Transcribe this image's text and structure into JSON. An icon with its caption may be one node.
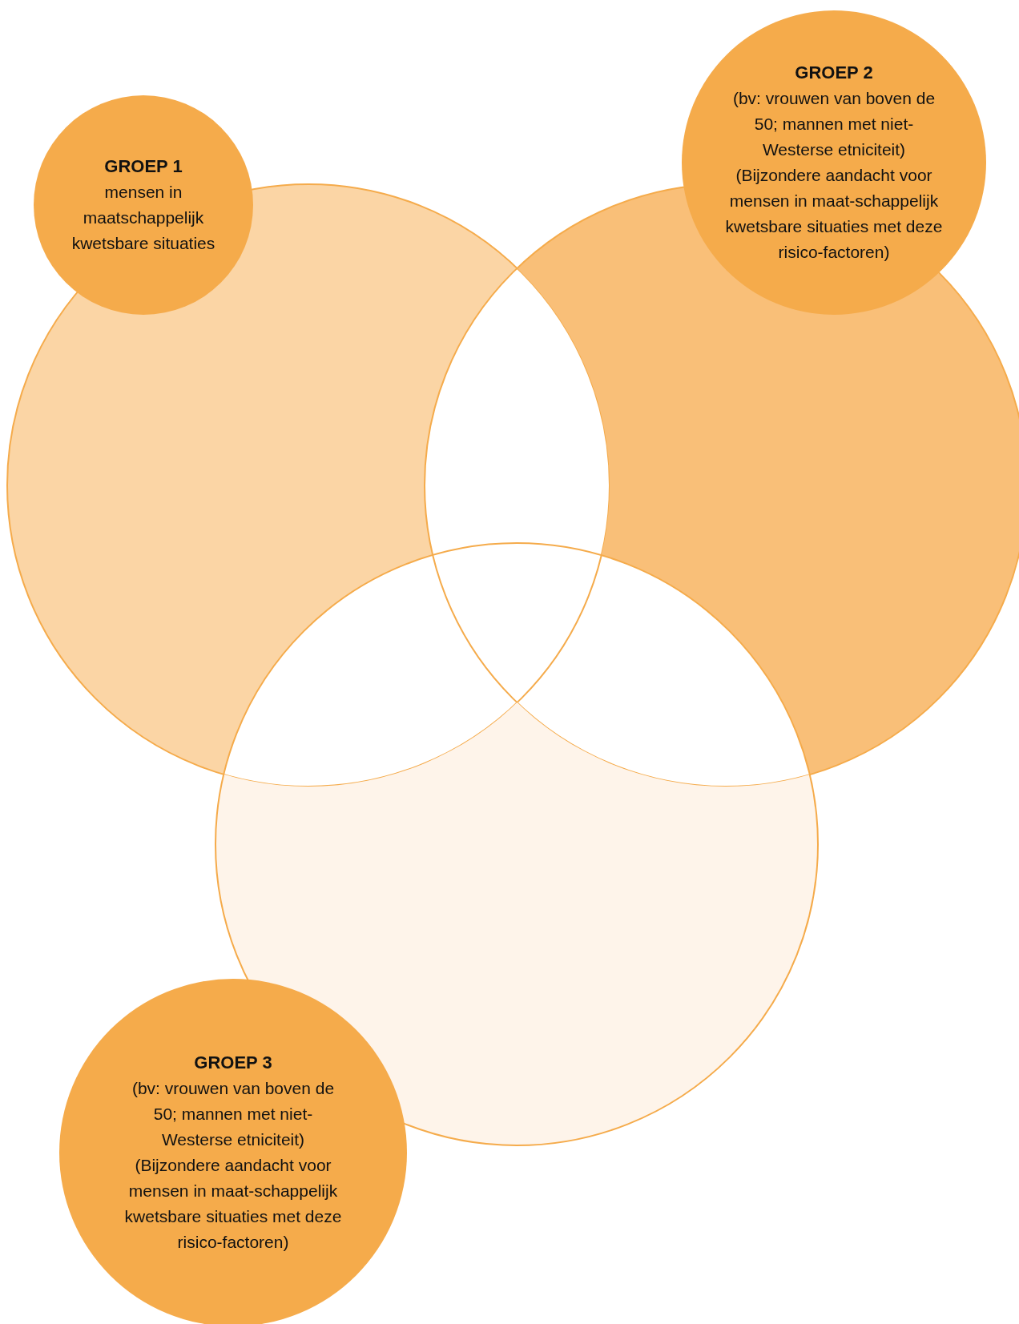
{
  "diagram": {
    "nodes": [
      {
        "text": [],
        "shape": "circle"
      },
      {
        "text": [],
        "shape": "circle"
      },
      {
        "text": [],
        "shape": "circle"
      },
      {
        "text": [
          "GROEP 1",
          "mensen in maatschappelijk kwetsbare situaties"
        ]
      },
      {
        "text": [
          "GROEP 2",
          "(bv: vrouwen van boven de 50; mannen met niet-Westerse etniciteit) (Bijzondere aandacht voor mensen in maat-schappelijk kwetsbare situaties met deze risico-factoren)"
        ]
      },
      {
        "text": [
          "GROEP 3",
          "(bv: vrouwen van boven de 50; mannen met niet-Westerse etniciteit) (Bijzondere aandacht voor mensen in maat-schappelijk kwetsbare situaties met deze risico-factoren)"
        ]
      }
    ],
    "edges": []
  }
}
